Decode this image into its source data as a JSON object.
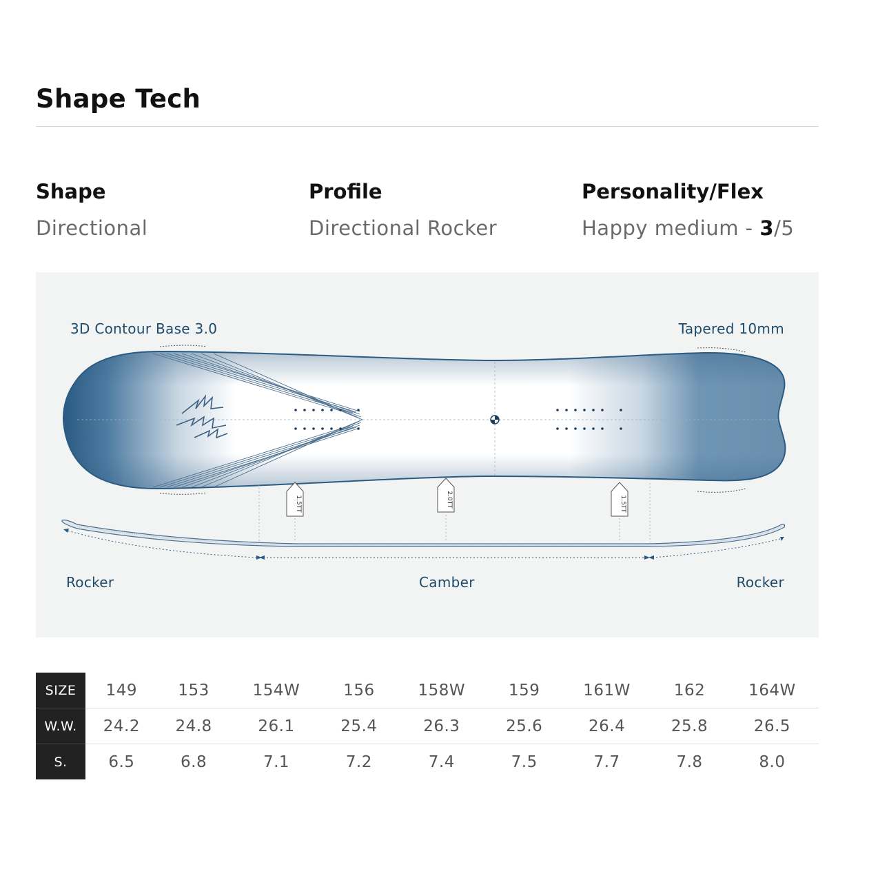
{
  "page": {
    "title": "Shape Tech"
  },
  "specs": {
    "shape": {
      "label": "Shape",
      "value": "Directional"
    },
    "profile": {
      "label": "Profile",
      "value": "Directional Rocker"
    },
    "flex": {
      "label": "Personality/Flex",
      "value_prefix": "Happy medium - ",
      "rating": "3",
      "rating_max": "/5"
    }
  },
  "diagram": {
    "labels": {
      "contour_base": "3D Contour Base 3.0",
      "tapered": "Tapered 10mm",
      "rocker_left": "Rocker",
      "camber": "Camber",
      "rocker_right": "Rocker"
    },
    "markers": {
      "left": "1.5TT",
      "center": "2.0TT",
      "right": "1.5TT"
    },
    "colors": {
      "board_dark": "#2f5f86",
      "board_light": "#ffffff",
      "label_color": "#1d4a6a"
    }
  },
  "size_table": {
    "rows": [
      {
        "head": "SIZE",
        "cells": [
          "149",
          "153",
          "154W",
          "156",
          "158W",
          "159",
          "161W",
          "162",
          "164W"
        ]
      },
      {
        "head": "W.W.",
        "cells": [
          "24.2",
          "24.8",
          "26.1",
          "25.4",
          "26.3",
          "25.6",
          "26.4",
          "25.8",
          "26.5"
        ]
      },
      {
        "head": "S.",
        "cells": [
          "6.5",
          "6.8",
          "7.1",
          "7.2",
          "7.4",
          "7.5",
          "7.7",
          "7.8",
          "8.0"
        ]
      }
    ]
  }
}
